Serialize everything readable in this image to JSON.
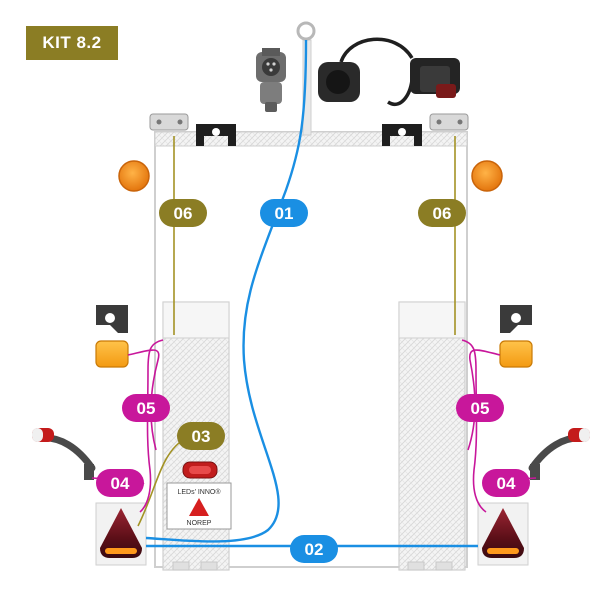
{
  "kit_label": "KIT 8.2",
  "colors": {
    "olive": "#8b7d24",
    "magenta": "#c8179b",
    "blue": "#1a8fe3",
    "orange": "#f08a1c",
    "amber": "#f7a51a",
    "dark_red": "#7a1320"
  },
  "callouts": {
    "c01": "01",
    "c02": "02",
    "c03": "03",
    "c04_left": "04",
    "c04_right": "04",
    "c05_left": "05",
    "c05_right": "05",
    "c06_left": "06",
    "c06_right": "06"
  },
  "product_box": {
    "brand": "LEDs' INNO®",
    "sub": "NOREP"
  },
  "icons": {
    "plug": "trailer-plug-icon",
    "socket": "trailer-socket-icon",
    "ring": "cable-ring-icon",
    "side_marker": "side-marker-light-icon",
    "rear_lamp": "rear-combination-lamp-icon",
    "reflector": "orange-reflector-icon",
    "stalk": "stalk-marker-lamp-icon",
    "bracket": "mounting-bracket-icon",
    "plate_lamp": "license-plate-lamp-icon"
  }
}
